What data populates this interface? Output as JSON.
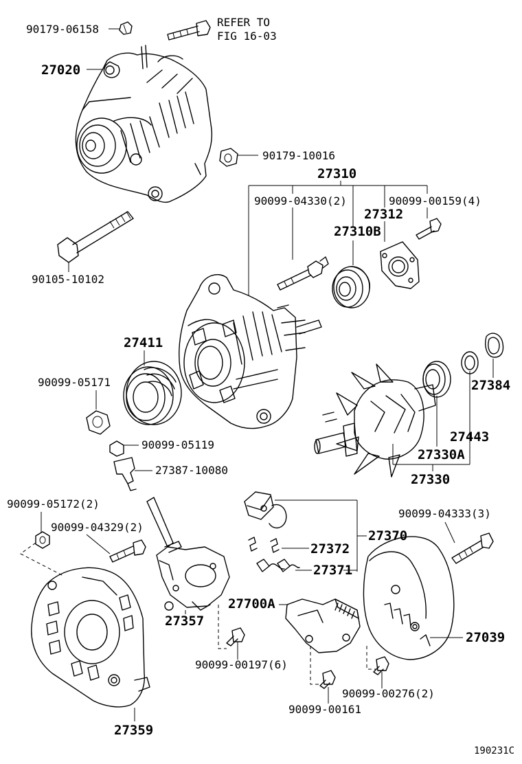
{
  "diagram_id": "190231C",
  "reference_note": {
    "line1": "REFER TO",
    "line2": "FIG 16-03"
  },
  "labels": {
    "p90179_06158": "90179-06158",
    "p27020": "27020",
    "p90179_10016": "90179-10016",
    "p27310": "27310",
    "p90099_04330": "90099-04330(2)",
    "p90099_00159": "90099-00159(4)",
    "p27312": "27312",
    "p27310B": "27310B",
    "p90105_10102": "90105-10102",
    "p27411": "27411",
    "p90099_05171": "90099-05171",
    "p27384": "27384",
    "p27443": "27443",
    "p27330A": "27330A",
    "p27330": "27330",
    "p90099_05119": "90099-05119",
    "p27387_10080": "27387-10080",
    "p90099_05172": "90099-05172(2)",
    "p90099_04329": "90099-04329(2)",
    "p90099_04333": "90099-04333(3)",
    "p27370": "27370",
    "p27372": "27372",
    "p27371": "27371",
    "p27700A": "27700A",
    "p27357": "27357",
    "p27039": "27039",
    "p90099_00197": "90099-00197(6)",
    "p90099_00276": "90099-00276(2)",
    "p90099_00161": "90099-00161",
    "p27359": "27359"
  }
}
